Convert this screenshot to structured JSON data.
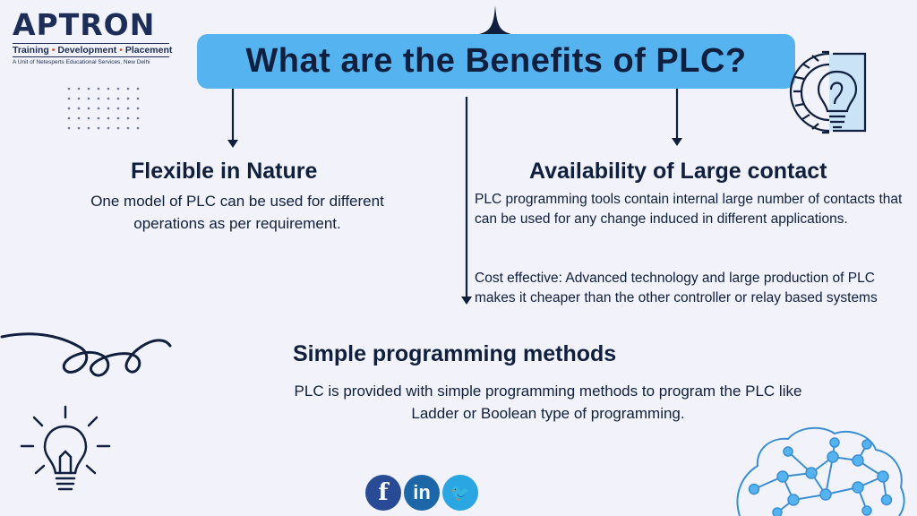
{
  "logo": {
    "brand": "APTRON",
    "tagline_1": "Training",
    "tagline_2": "Development",
    "tagline_3": "Placement",
    "bullet": "•",
    "subtitle": "A Unit of Netesperts Educational Services, New Delhi"
  },
  "title": "What are the Benefits of PLC?",
  "sections": {
    "flexible": {
      "heading": "Flexible in Nature",
      "body": "One model of PLC can be used for different operations as per requirement."
    },
    "availability": {
      "heading": "Availability of Large contact",
      "body": "PLC programming tools contain internal large number of contacts that can be used for any change induced in different applications.",
      "cost": "Cost effective: Advanced technology and large production of PLC makes it cheaper than the other controller or relay based systems"
    },
    "simple": {
      "heading": "Simple programming methods",
      "body": "PLC is provided with simple programming methods to program the PLC like Ladder or Boolean type of programming."
    }
  },
  "social": {
    "facebook_glyph": "f",
    "linkedin_glyph": "in",
    "twitter_glyph": "🐦"
  },
  "colors": {
    "background": "#f2f3fa",
    "banner": "#55b4f0",
    "text": "#0f1f3d",
    "brand_accent": "#e8522a"
  }
}
